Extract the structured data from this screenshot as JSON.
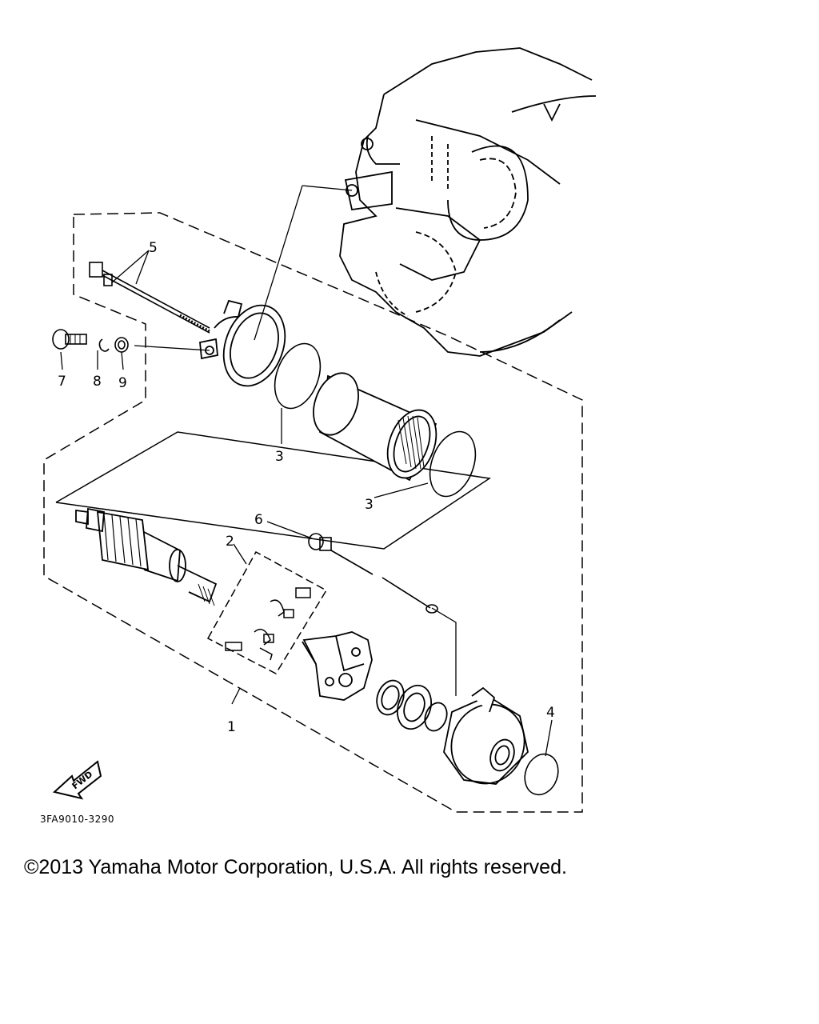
{
  "diagram": {
    "code": "3FA9010-3290",
    "fwd_label": "FWD",
    "part_labels": {
      "p1": "1",
      "p2": "2",
      "p3a": "3",
      "p3b": "3",
      "p4": "4",
      "p5": "5",
      "p6": "6",
      "p7": "7",
      "p8": "8",
      "p9": "9"
    }
  },
  "footer": {
    "copyright": "©2013 Yamaha Motor Corporation, U.S.A. All rights reserved."
  }
}
